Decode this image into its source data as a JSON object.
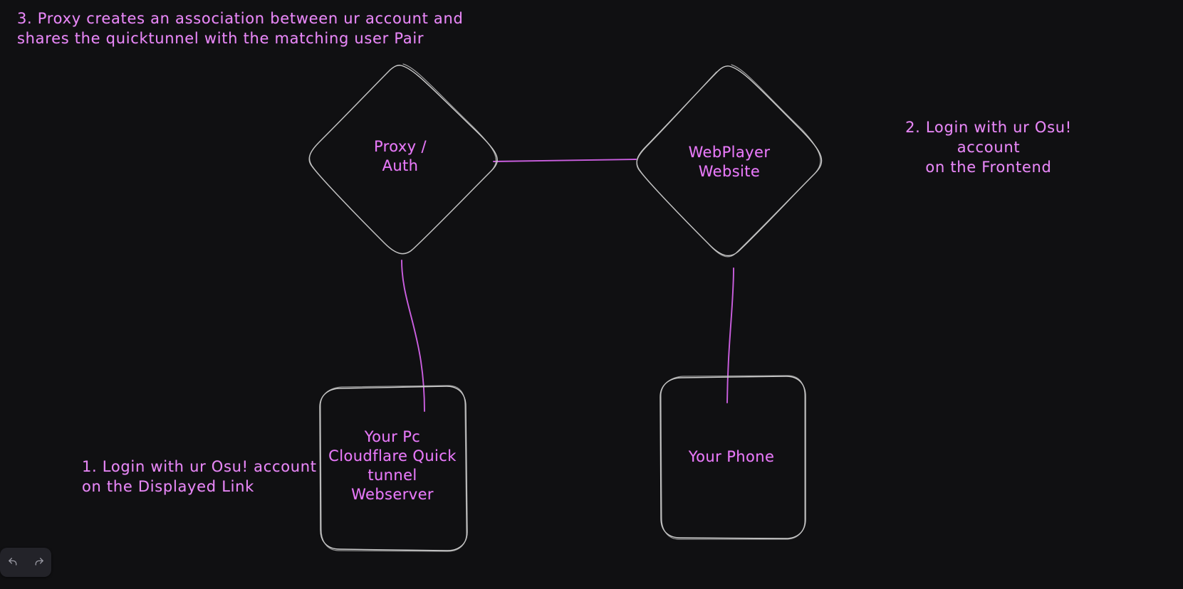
{
  "canvas": {
    "background_color": "#101012",
    "stroke_color": "#c9c9c9",
    "connector_color": "#cb5fe0",
    "text_color": "#e879f9"
  },
  "nodes": [
    {
      "id": "proxy-auth",
      "shape": "diamond",
      "label": "Proxy /\nAuth"
    },
    {
      "id": "webplayer-website",
      "shape": "diamond",
      "label": "WebPlayer\nWebsite"
    },
    {
      "id": "your-pc",
      "shape": "rounded-rectangle",
      "label": "Your Pc\nCloudflare Quick\ntunnel\nWebserver"
    },
    {
      "id": "your-phone",
      "shape": "rounded-rectangle",
      "label": "Your Phone"
    }
  ],
  "annotations": [
    {
      "id": "step-3",
      "text": "3. Proxy creates an association between ur account and\n  shares the quicktunnel with the matching user Pair"
    },
    {
      "id": "step-2",
      "text": "2. Login with ur Osu! account\non the Frontend"
    },
    {
      "id": "step-1",
      "text": "1. Login with ur Osu! account\non the Displayed Link"
    }
  ],
  "connectors": [
    {
      "id": "proxy-to-webplayer",
      "from": "proxy-auth",
      "to": "webplayer-website"
    },
    {
      "id": "proxy-to-yourpc",
      "from": "proxy-auth",
      "to": "your-pc"
    },
    {
      "id": "webplayer-to-yourphone",
      "from": "webplayer-website",
      "to": "your-phone"
    }
  ],
  "toolbar": {
    "undo_label": "Undo",
    "redo_label": "Redo",
    "undo_icon": "undo-arrow-icon",
    "redo_icon": "redo-arrow-icon"
  }
}
